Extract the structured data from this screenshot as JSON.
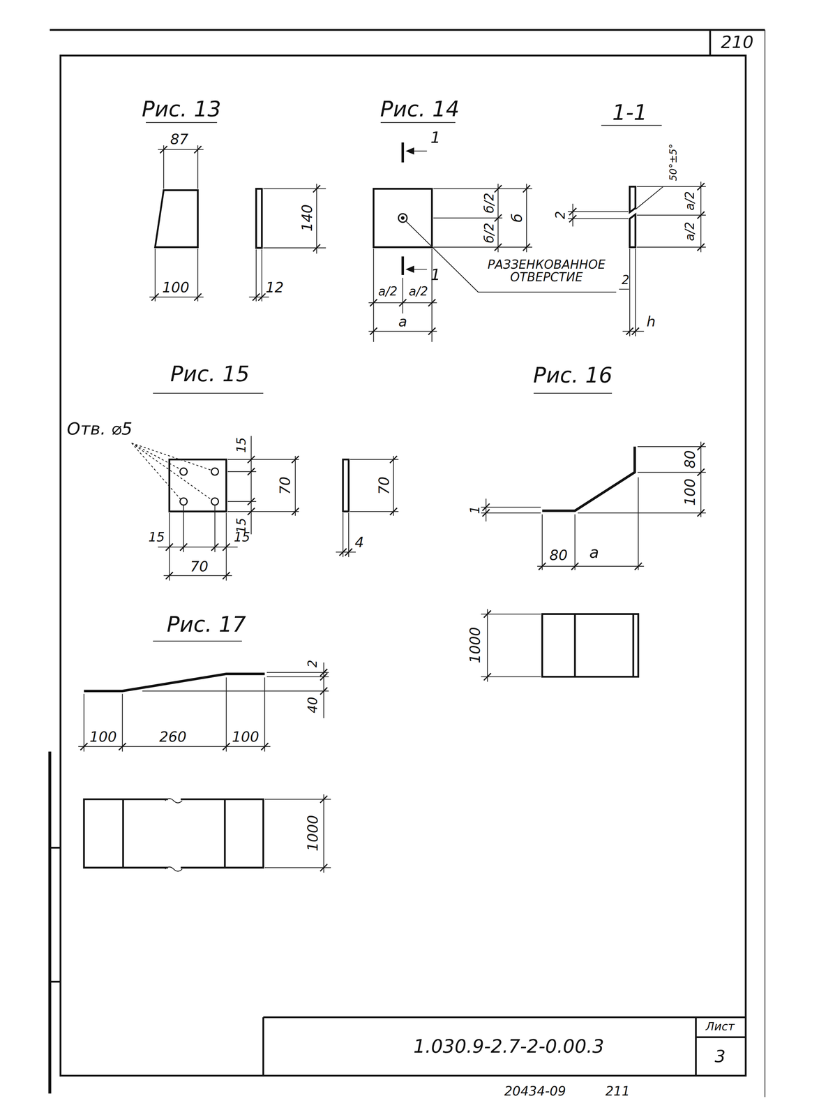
{
  "diagram": {
    "labels": [
      "210",
      "Рис. 13",
      "87",
      "140",
      "100",
      "12",
      "Рис. 14",
      "1",
      "б/2",
      "б/2",
      "б",
      "а/2",
      "а/2",
      "1",
      "а",
      "РАЗЗЕНКОВАННОЕ ОТВЕРСТИЕ",
      "1-1",
      "50°±5°",
      "2",
      "а/2",
      "а/2",
      "2",
      "h",
      "Рис. 15",
      "Отв. ⌀5",
      "15",
      "15",
      "70",
      "15",
      "15",
      "70",
      "70",
      "4",
      "Рис. 16",
      "1",
      "80",
      "100",
      "80",
      "а",
      "1000",
      "Рис. 17",
      "2",
      "40",
      "100",
      "260",
      "100",
      "1000",
      "1.030.9-2.7-2-0.00.3",
      "Лист",
      "3",
      "20434-09",
      "211"
    ]
  }
}
